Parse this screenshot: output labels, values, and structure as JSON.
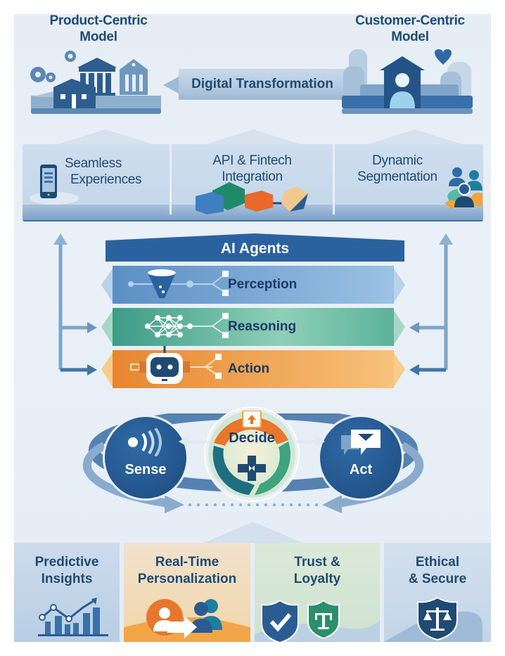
{
  "top": {
    "left_model": {
      "line1": "Product-Centric",
      "line2": "Model"
    },
    "right_model": {
      "line1": "Customer-Centric",
      "line2": "Model"
    },
    "transition_label": "Digital Transformation"
  },
  "pillars": [
    {
      "line1": "Seamless",
      "line2": "Experiences",
      "icon": "smartphone-icon"
    },
    {
      "line1": "API & Fintech",
      "line2": "Integration",
      "icon": "connected-blocks-icon"
    },
    {
      "line1": "Dynamic",
      "line2": "Segmentation",
      "icon": "people-group-icon"
    }
  ],
  "agents": {
    "title": "AI Agents",
    "layers": [
      {
        "label": "Perception",
        "icon": "funnel-icon",
        "color": "#6a9fd0"
      },
      {
        "label": "Reasoning",
        "icon": "neural-network-icon",
        "color": "#5bb39a"
      },
      {
        "label": "Action",
        "icon": "robot-icon",
        "color": "#f0a044"
      }
    ]
  },
  "loop": {
    "sense": "Sense",
    "decide": "Decide",
    "act": "Act"
  },
  "outcomes": [
    {
      "line1": "Predictive",
      "line2": "Insights",
      "icon": "chart-trend-icon"
    },
    {
      "line1": "Real-Time",
      "line2": "Personalization",
      "icon": "person-arrow-icon"
    },
    {
      "line1": "Trust &",
      "line2": "Loyalty",
      "icon": "shield-check-icon"
    },
    {
      "line1": "Ethical",
      "line2": "& Secure",
      "icon": "shield-scale-icon"
    }
  ],
  "colors": {
    "navy": "#1f4a72",
    "blue": "#2b64a0",
    "teal": "#2a8f7d",
    "orange": "#e8762c",
    "background": "#e8eff7"
  }
}
